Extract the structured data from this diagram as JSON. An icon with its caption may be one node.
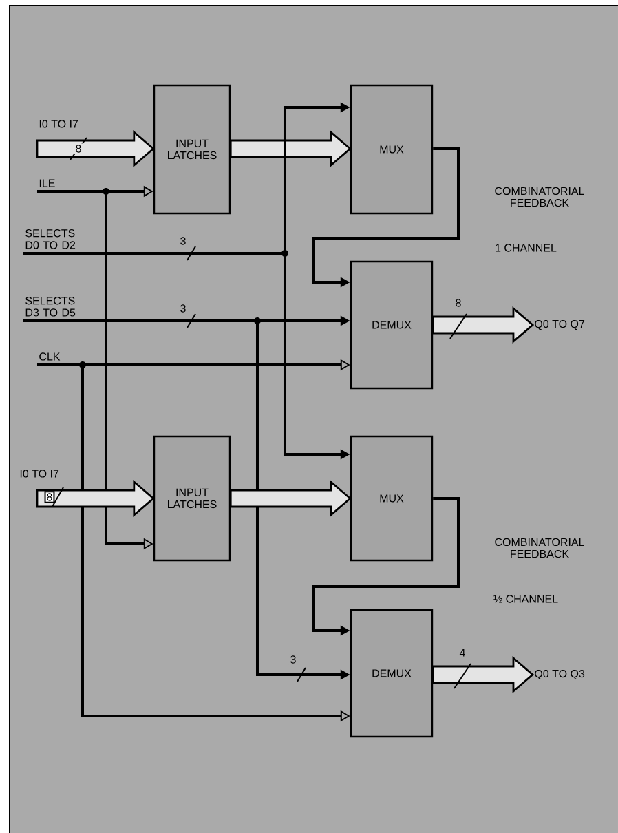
{
  "diagram": {
    "nodes": [
      {
        "text": [
          "INPUT LATCHES"
        ]
      },
      {
        "text": [
          "MUX"
        ]
      },
      {
        "text": [
          "DEMUX"
        ]
      },
      {
        "text": [
          "INPUT LATCHES"
        ]
      },
      {
        "text": [
          "MUX"
        ]
      },
      {
        "text": [
          "DEMUX"
        ]
      },
      {
        "text": [
          "I0 TO I7"
        ]
      },
      {
        "text": [
          "ILE"
        ]
      },
      {
        "text": [
          "SELECTS D0 TO D2"
        ]
      },
      {
        "text": [
          "SELECTS D3 TO D5"
        ]
      },
      {
        "text": [
          "CLK"
        ]
      },
      {
        "text": [
          "Q0 TO Q7"
        ]
      },
      {
        "text": [
          "I0 TO I7"
        ]
      },
      {
        "text": [
          "Q0 TO Q3"
        ]
      }
    ],
    "edges": [
      {
        "from": 6,
        "to": 0,
        "arrow": "to",
        "style": "thick",
        "label": "8"
      },
      {
        "from": 0,
        "to": 1,
        "arrow": "to",
        "style": "thick"
      },
      {
        "from": 7,
        "to": 0,
        "arrow": "to"
      },
      {
        "from": 7,
        "to": 3,
        "arrow": "to"
      },
      {
        "from": 8,
        "to": 1,
        "arrow": "to",
        "label": "3"
      },
      {
        "from": 8,
        "to": 4,
        "arrow": "to"
      },
      {
        "from": 9,
        "to": 2,
        "arrow": "to",
        "label": "3"
      },
      {
        "from": 9,
        "to": 5,
        "arrow": "to",
        "label": "3"
      },
      {
        "from": 10,
        "to": 2,
        "arrow": "to"
      },
      {
        "from": 10,
        "to": 5,
        "arrow": "to"
      },
      {
        "from": 1,
        "to": 2,
        "arrow": "to",
        "label": "COMBINATORIAL FEEDBACK"
      },
      {
        "from": 2,
        "to": 11,
        "arrow": "to",
        "style": "thick",
        "label": "8"
      },
      {
        "from": 12,
        "to": 3,
        "arrow": "to",
        "style": "thick",
        "label": "8"
      },
      {
        "from": 3,
        "to": 4,
        "arrow": "to",
        "style": "thick"
      },
      {
        "from": 4,
        "to": 5,
        "arrow": "to",
        "label": "COMBINATORIAL FEEDBACK"
      },
      {
        "from": 5,
        "to": 13,
        "arrow": "to",
        "style": "thick",
        "label": "4"
      }
    ],
    "labels": [
      "1 CHANNEL",
      "½ CHANNEL"
    ]
  }
}
